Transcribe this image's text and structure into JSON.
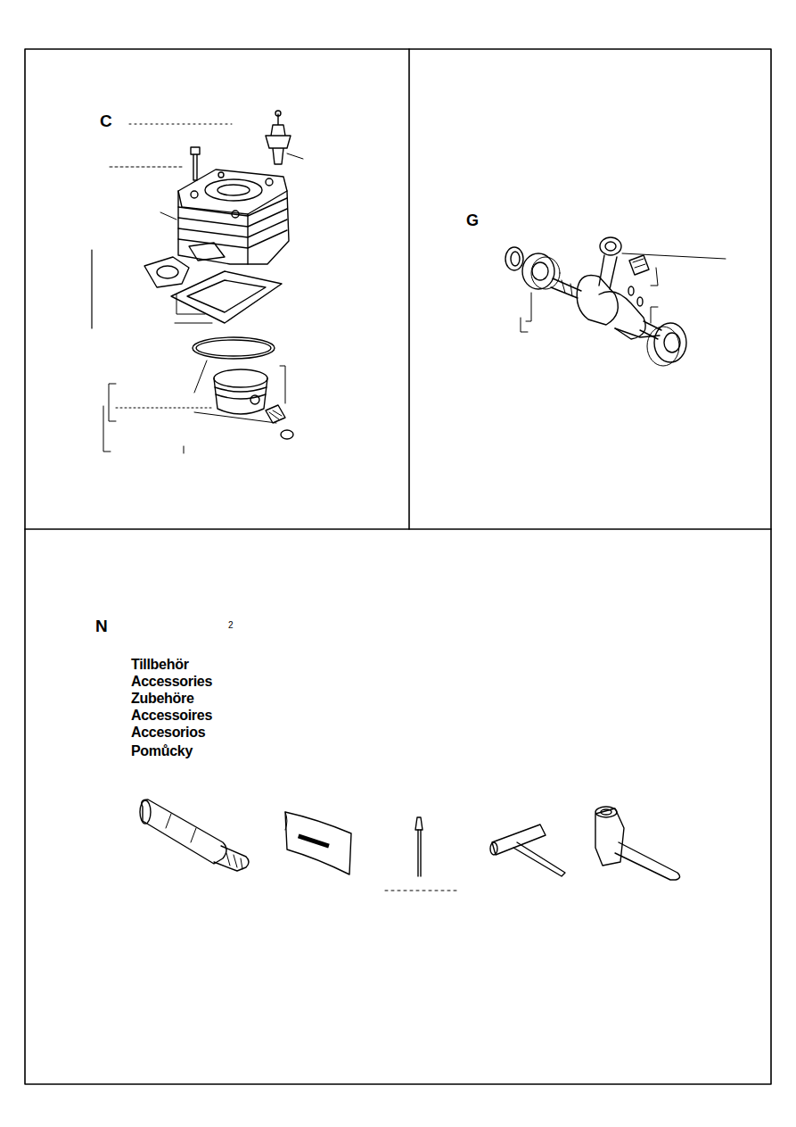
{
  "diagram": {
    "labels": [
      "C",
      "G",
      "N",
      "2",
      "Tillbehör",
      "Accessories",
      "Zubehöre",
      "Accessoires",
      "Accesorios",
      "Pomůcky"
    ]
  }
}
